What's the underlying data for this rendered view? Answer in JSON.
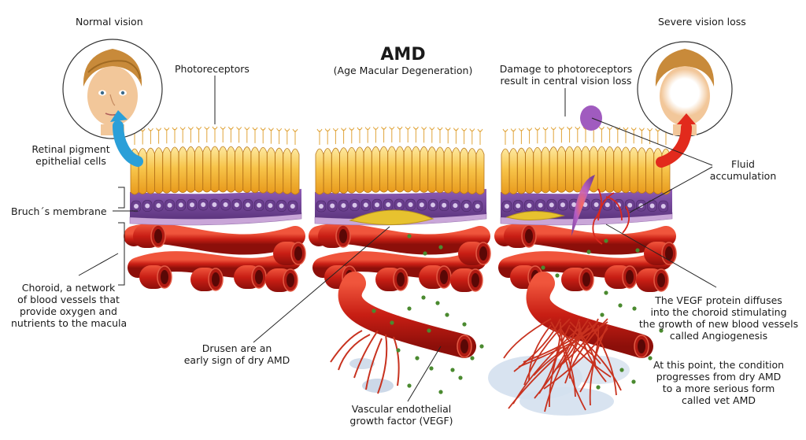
{
  "diagram": {
    "title": "AMD",
    "subtitle": "(Age Macular Degeneration)",
    "labels": {
      "normal_vision": "Normal vision",
      "severe_vision_loss": "Severe vision loss",
      "photoreceptors": "Photoreceptors",
      "damage_photoreceptors": [
        "Damage to photoreceptors",
        "result in central vision loss"
      ],
      "retinal_pigment": [
        "Retinal pigment",
        "epithelial cells"
      ],
      "bruchs_membrane": "Bruch´s membrane",
      "choroid": [
        "Choroid, a network",
        "of blood vessels that",
        "provide oxygen and",
        "nutrients to the macula"
      ],
      "drusen": [
        "Drusen are an",
        "early sign of dry AMD"
      ],
      "vegf": [
        "Vascular endothelial",
        "growth factor (VEGF)"
      ],
      "fluid": [
        "Fluid",
        "accumulation"
      ],
      "vegf_diffuses": [
        "The VEGF protein diffuses",
        "into the choroid stimulating",
        "the growth of new blood vessels",
        "called Angiogenesis"
      ],
      "condition_progresses": [
        "At this point, the condition",
        "progresses from dry AMD",
        "to a more serious form",
        "called vet AMD"
      ]
    },
    "colors": {
      "photoreceptor": "#f5b63a",
      "epithelium": "#7a4ea0",
      "bruch": "#c9a6d8",
      "vessel": "#d8281e",
      "drusen": "#e7c22f",
      "vegf_dot": "#4a8a2f",
      "arrow_normal": "#2a9fd8",
      "arrow_loss": "#e22a1c",
      "fluid": "#a05bbf"
    }
  }
}
